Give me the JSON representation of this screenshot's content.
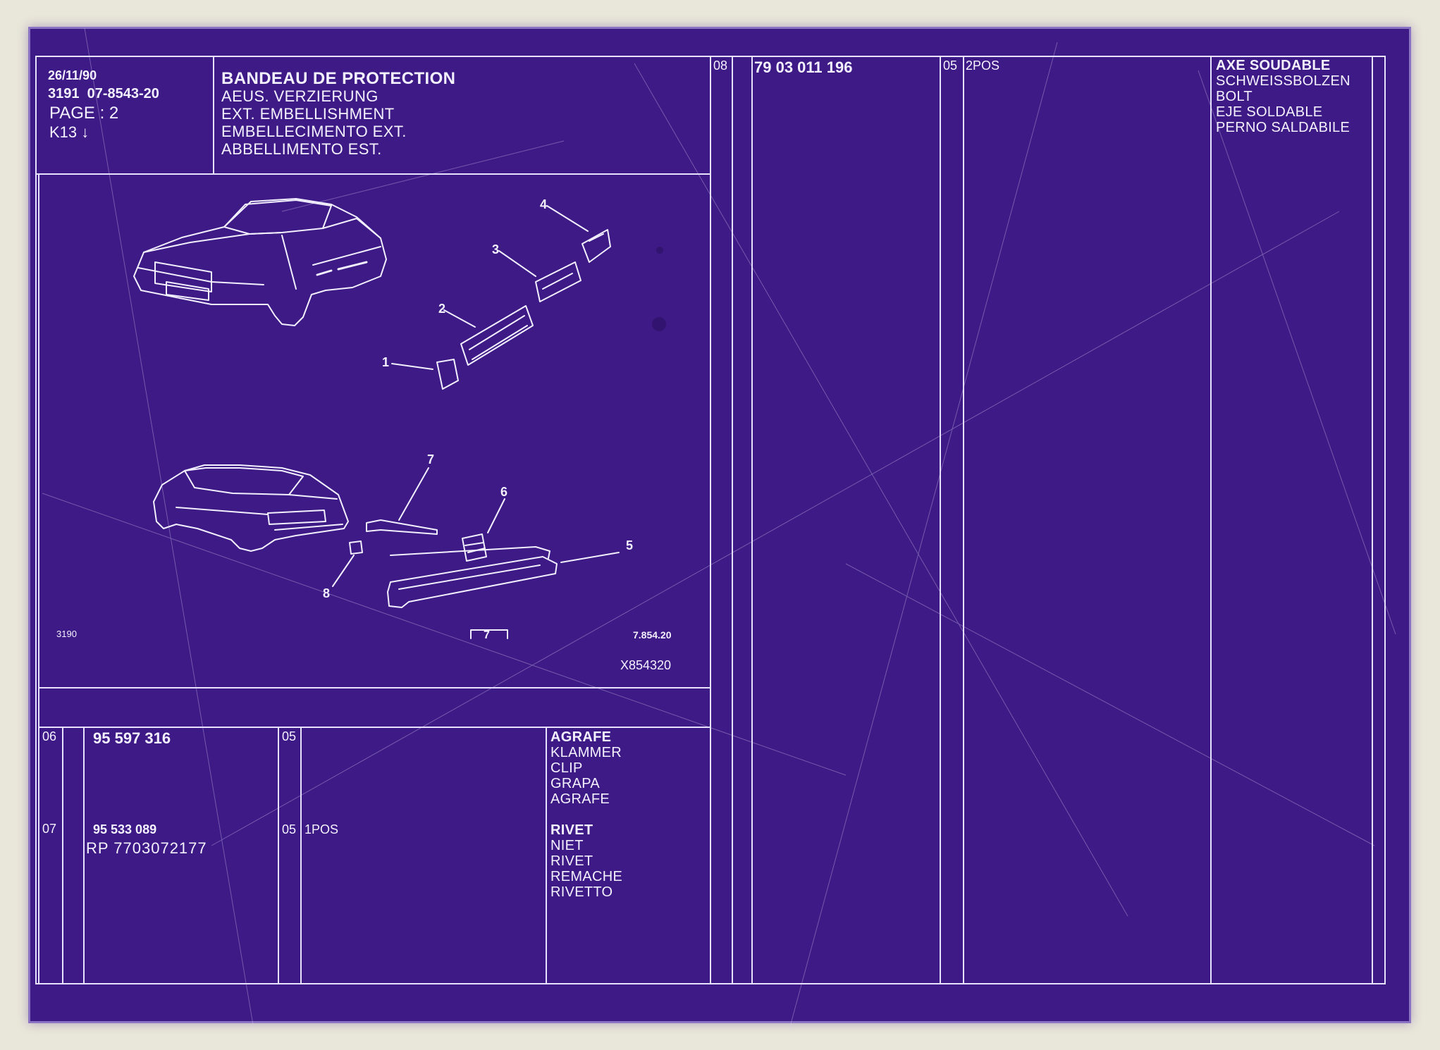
{
  "header": {
    "date": "26/11/90",
    "ref_left": "3191",
    "ref_right": "07-8543-20",
    "page": "PAGE : 2",
    "key": "K13 ↓",
    "title": "BANDEAU DE PROTECTION",
    "translations": [
      "AEUS. VERZIERUNG",
      "EXT. EMBELLISHMENT",
      "EMBELLECIMENTO EXT.",
      "ABBELLIMENTO EST."
    ]
  },
  "diagram": {
    "callouts": [
      "1",
      "2",
      "3",
      "4",
      "5",
      "6",
      "7",
      "8"
    ],
    "corner_code": "3190",
    "drawing_number": "7.854.20",
    "box_mark": "7",
    "image_code": "X854320"
  },
  "rows": [
    {
      "item": "06",
      "part": "95 597 316",
      "qty": "05",
      "note": "",
      "names": [
        "AGRAFE",
        "KLAMMER",
        "CLIP",
        "GRAPA",
        "AGRAFE"
      ]
    },
    {
      "item": "07",
      "part": "95 533 089",
      "alt": "RP  7703072177",
      "qty": "05",
      "note": "1POS",
      "names": [
        "RIVET",
        "NIET",
        "RIVET",
        "REMACHE",
        "RIVETTO"
      ]
    },
    {
      "item": "08",
      "part": "79 03 011 196",
      "qty": "05",
      "note": "2POS",
      "names": [
        "AXE SOUDABLE",
        "SCHWEISSBOLZEN",
        "BOLT",
        "EJE SOLDABLE",
        "PERNO SALDABILE"
      ]
    }
  ],
  "colors": {
    "film": "#3e1a86",
    "ink": "#f4f1ff",
    "margin": "#e9e6da"
  }
}
